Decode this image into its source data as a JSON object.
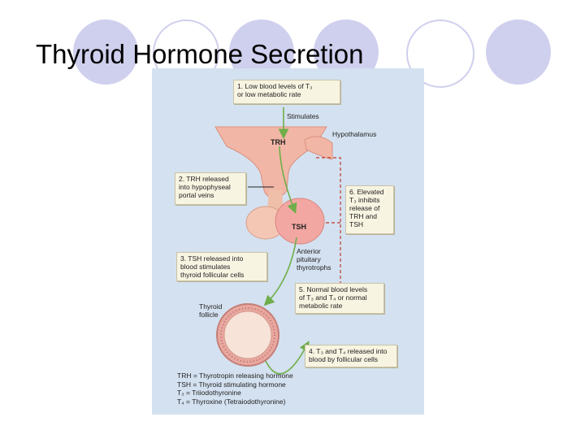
{
  "slide": {
    "title": "Thyroid Hormone Secretion"
  },
  "diagram": {
    "steps": [
      {
        "label": "1. Low blood levels of T₃\nor low metabolic rate"
      },
      {
        "label": "2. TRH released\ninto hypophyseal\nportal veins"
      },
      {
        "label": "3. TSH released into\nblood stimulates\nthyroid follicular cells"
      },
      {
        "label": "4. T₃ and T₄ released into\nblood by follicular cells"
      },
      {
        "label": "5. Normal blood levels\nof T₃ and T₄ or normal\nmetabolic rate"
      },
      {
        "label": "6. Elevated\nT₃ inhibits\nrelease of\nTRH and\nTSH"
      }
    ],
    "labels": {
      "stimulates": "Stimulates",
      "hypothalamus": "Hypothalamus",
      "trh": "TRH",
      "tsh": "TSH",
      "anterior_pituitary": "Anterior\npituitary\nthyrotrophs",
      "thyroid_follicle": "Thyroid\nfollicle"
    },
    "legend": "TRH = Thyrotropin releasing hormone\nTSH = Thyroid stimulating hormone\nT₃ = Triiodothyronine\nT₄ = Thyroxine (Tetraiodothyronine)",
    "colors": {
      "background": "#d4e1f0",
      "box": "#f8f4e2",
      "hypothalamus": "#f2b6a6",
      "pituitary": "#f3a7a2",
      "follicle": "#e8a79f",
      "arrow": "#6fae4a",
      "inhibit": "#c0392b",
      "decor": "#cfcfee"
    }
  }
}
